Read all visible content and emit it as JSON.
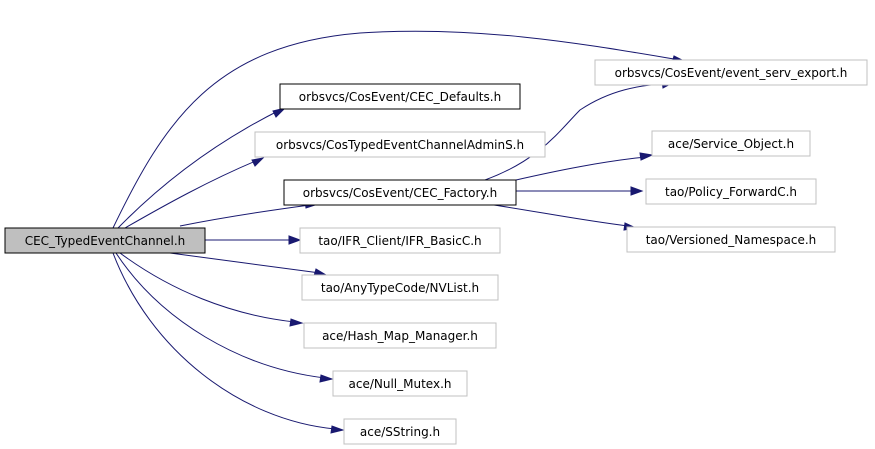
{
  "diagram": {
    "type": "include-dependency-graph",
    "colors": {
      "root_fill": "#bfbfbf",
      "root_border": "#000000",
      "documented_border": "#000000",
      "undocumented_border": "#c0c0c0",
      "edge": "#191970",
      "background": "#ffffff"
    },
    "nodes": {
      "root": {
        "label": "CEC_TypedEventChannel.h",
        "style": "root"
      },
      "defaults": {
        "label": "orbsvcs/CosEvent/CEC_Defaults.h",
        "style": "documented"
      },
      "admins": {
        "label": "orbsvcs/CosTypedEventChannelAdminS.h",
        "style": "undocumented"
      },
      "factory": {
        "label": "orbsvcs/CosEvent/CEC_Factory.h",
        "style": "documented"
      },
      "ifr": {
        "label": "tao/IFR_Client/IFR_BasicC.h",
        "style": "undocumented"
      },
      "nvlist": {
        "label": "tao/AnyTypeCode/NVList.h",
        "style": "undocumented"
      },
      "hashmap": {
        "label": "ace/Hash_Map_Manager.h",
        "style": "undocumented"
      },
      "nullmutex": {
        "label": "ace/Null_Mutex.h",
        "style": "undocumented"
      },
      "sstring": {
        "label": "ace/SString.h",
        "style": "undocumented"
      },
      "export": {
        "label": "orbsvcs/CosEvent/event_serv_export.h",
        "style": "undocumented"
      },
      "serviceobj": {
        "label": "ace/Service_Object.h",
        "style": "undocumented"
      },
      "policy": {
        "label": "tao/Policy_ForwardC.h",
        "style": "undocumented"
      },
      "versioned": {
        "label": "tao/Versioned_Namespace.h",
        "style": "undocumented"
      }
    },
    "edges": [
      {
        "from": "root",
        "to": "export"
      },
      {
        "from": "root",
        "to": "defaults"
      },
      {
        "from": "root",
        "to": "admins"
      },
      {
        "from": "root",
        "to": "factory"
      },
      {
        "from": "root",
        "to": "ifr"
      },
      {
        "from": "root",
        "to": "nvlist"
      },
      {
        "from": "root",
        "to": "hashmap"
      },
      {
        "from": "root",
        "to": "nullmutex"
      },
      {
        "from": "root",
        "to": "sstring"
      },
      {
        "from": "factory",
        "to": "export"
      },
      {
        "from": "factory",
        "to": "serviceobj"
      },
      {
        "from": "factory",
        "to": "policy"
      },
      {
        "from": "factory",
        "to": "versioned"
      }
    ]
  }
}
